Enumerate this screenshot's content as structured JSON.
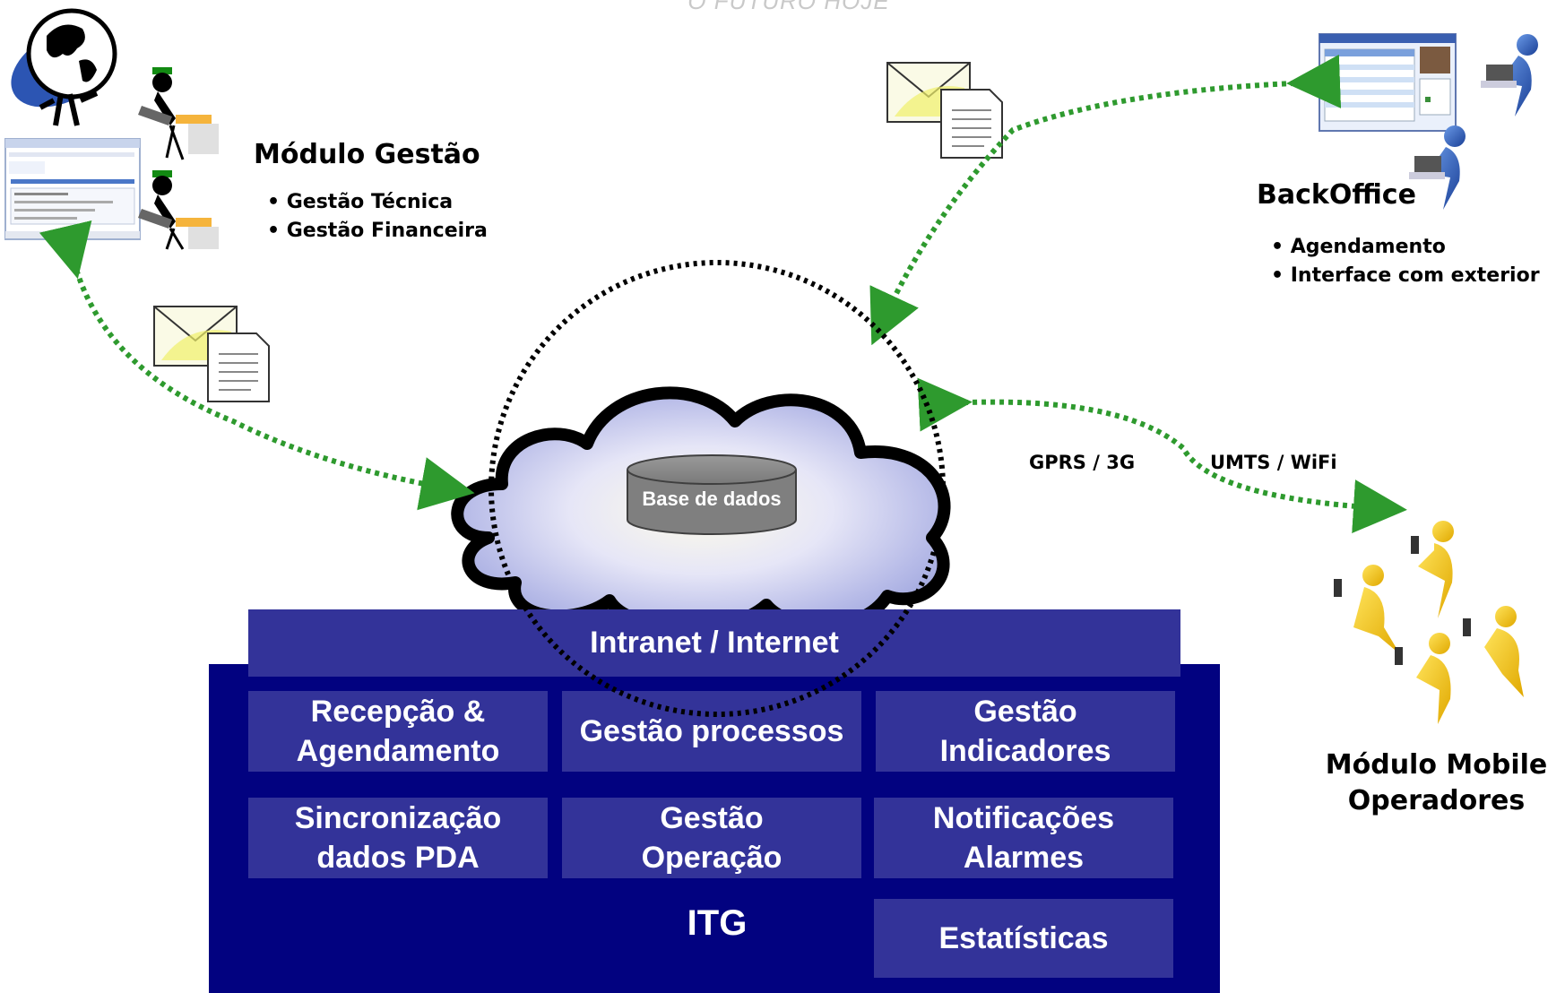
{
  "tagline": "O FUTURO HOJE",
  "gestao_module": {
    "title": "Módulo Gestão",
    "bullets": [
      "Gestão Técnica",
      "Gestão Financeira"
    ]
  },
  "backoffice_module": {
    "title": "BackOffice",
    "bullets": [
      "Agendamento",
      "Interface com exterior"
    ]
  },
  "mobile_module": {
    "title_line1": "Módulo Mobile",
    "title_line2": "Operadores"
  },
  "database_label": "Base de dados",
  "network_labels": {
    "left": "GPRS / 3G",
    "right": "UMTS / WiFi"
  },
  "platform": {
    "bar_label": "Intranet / Internet",
    "name": "ITG",
    "boxes": [
      {
        "line1": "Recepção &",
        "line2": "Agendamento"
      },
      {
        "line1": "Gestão processos",
        "line2": ""
      },
      {
        "line1": "Gestão",
        "line2": "Indicadores"
      },
      {
        "line1": "Sincronização",
        "line2": "dados PDA"
      },
      {
        "line1": "Gestão",
        "line2": "Operação"
      },
      {
        "line1": "Notificações",
        "line2": "Alarmes"
      },
      {
        "line1": "Estatísticas",
        "line2": ""
      }
    ]
  },
  "colors": {
    "platform_dark": "#020280",
    "platform_box": "#333399",
    "arrow_green": "#2e9a2e",
    "figure_yellow": "#f5c400",
    "figure_blue": "#2850a8"
  },
  "icons": [
    "globe-logo-icon",
    "web-screenshot-icon",
    "person-at-laptop-icon",
    "email-document-icon",
    "cloud-icon",
    "database-icon",
    "backoffice-screenshot-icon",
    "mobile-operator-figure-icon"
  ]
}
